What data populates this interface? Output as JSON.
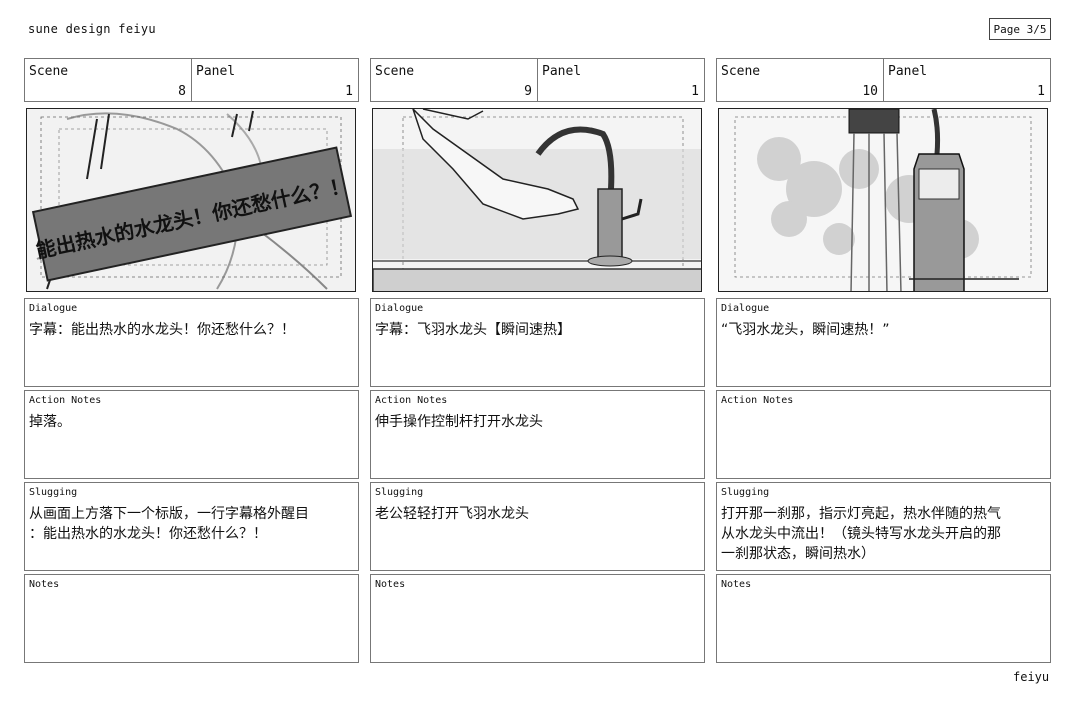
{
  "header": {
    "left": "sune design  feiyu",
    "page": "Page 3/5"
  },
  "footer": {
    "right": "feiyu"
  },
  "labels": {
    "scene": "Scene",
    "panel": "Panel",
    "dialogue": "Dialogue",
    "action": "Action Notes",
    "slugging": "Slugging",
    "notes": "Notes"
  },
  "panels": [
    {
      "scene": "8",
      "panel": "1",
      "banner_text": "能出热水的水龙头！你还愁什么？！",
      "dialogue": "字幕：能出热水的水龙头！你还愁什么？！",
      "action": "掉落。",
      "slugging": "从画面上方落下一个标版，一行字幕格外醒目\n：能出热水的水龙头！你还愁什么？！",
      "notes": ""
    },
    {
      "scene": "9",
      "panel": "1",
      "dialogue": "字幕：飞羽水龙头【瞬间速热】",
      "action": "伸手操作控制杆打开水龙头",
      "slugging": "老公轻轻打开飞羽水龙头",
      "notes": ""
    },
    {
      "scene": "10",
      "panel": "1",
      "dialogue": "“飞羽水龙头，瞬间速热！”",
      "action": "",
      "slugging": "打开那一刹那，指示灯亮起，热水伴随的热气\n从水龙头中流出！（镜头特写水龙头开启的那\n一刹那状态，瞬间热水）",
      "notes": ""
    }
  ]
}
